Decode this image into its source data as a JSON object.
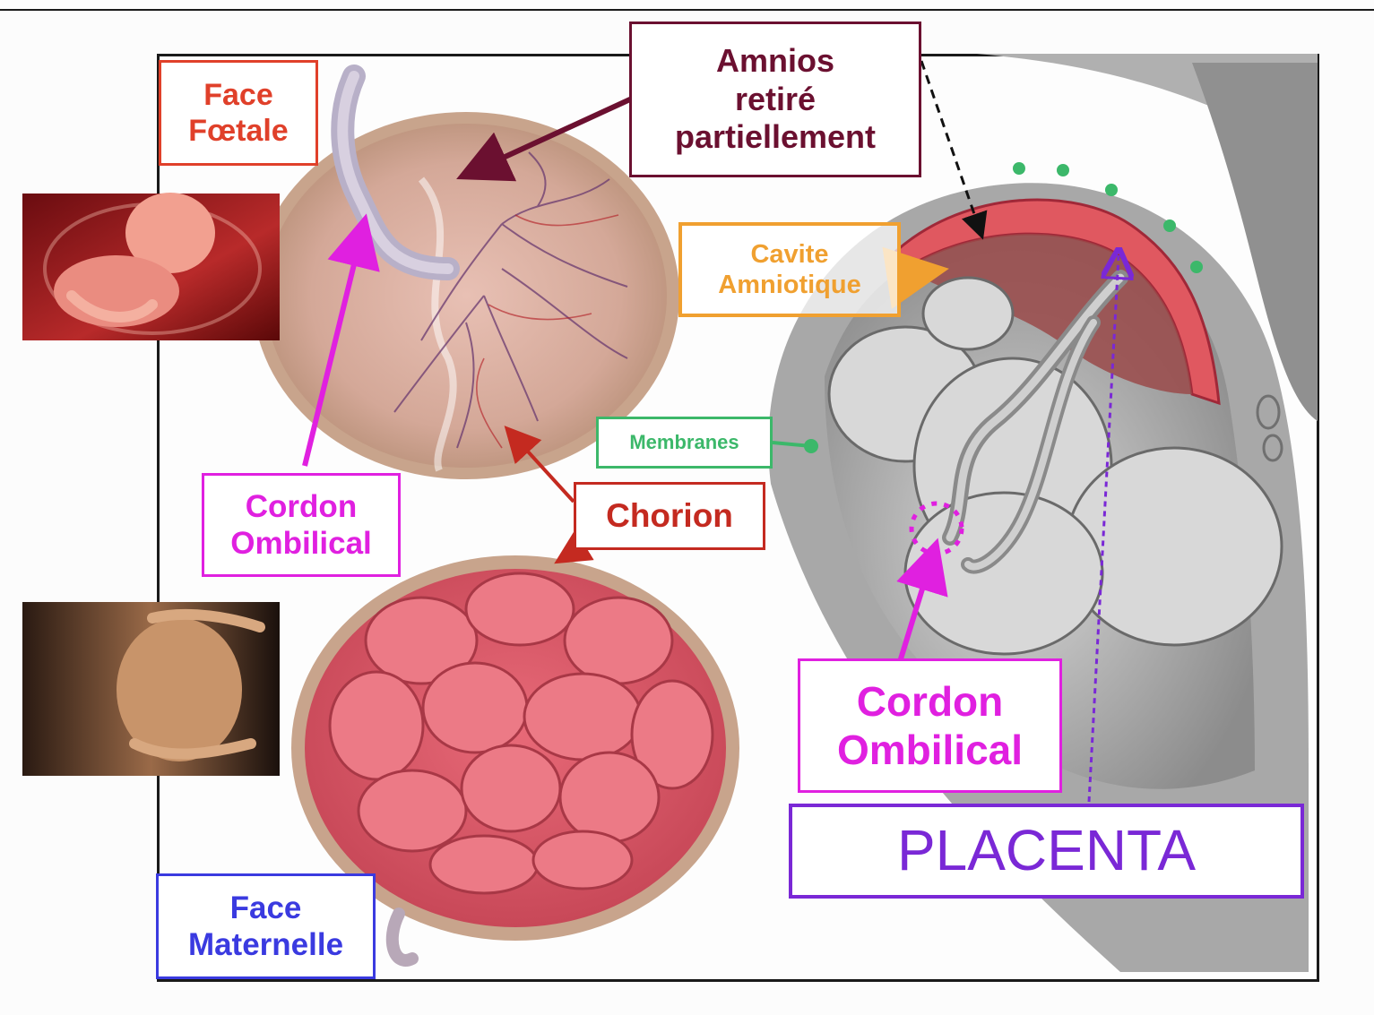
{
  "colors": {
    "face_foetale": "#e0402a",
    "amnios": "#6b1030",
    "cavite": "#f0a030",
    "membranes": "#3cb86a",
    "chorion": "#c42a20",
    "cordon": "#e020e0",
    "placenta": "#7a28d6",
    "face_maternelle": "#3a3ae0"
  },
  "labels": {
    "face_foetale": "Face\nFœtale",
    "amnios": "Amnios\nretiré\npartiellement",
    "cavite": "Cavite\nAmniotique",
    "membranes": "Membranes",
    "chorion": "Chorion",
    "cordon_left": "Cordon\nOmbilical",
    "cordon_right": "Cordon\nOmbilical",
    "placenta": "PLACENTA",
    "face_maternelle": "Face\nMaternelle"
  }
}
